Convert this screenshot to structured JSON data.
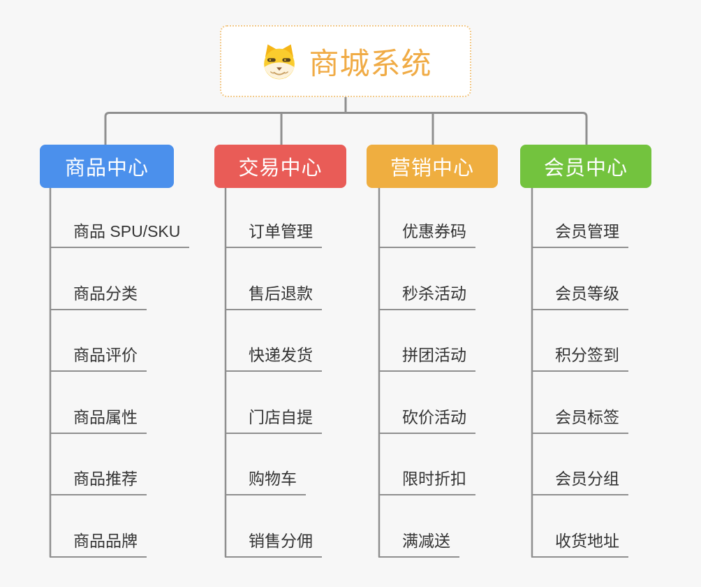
{
  "canvas": {
    "background_color": "#F7F7F7",
    "connector_color": "#8F8F8F"
  },
  "root": {
    "label": "商城系统",
    "icon": "doge-face-icon",
    "accent_color": "#F0AB45",
    "border_color": "#F2C887"
  },
  "branches": [
    {
      "label": "商品中心",
      "color": "#4B90EC",
      "children": [
        "商品 SPU/SKU",
        "商品分类",
        "商品评价",
        "商品属性",
        "商品推荐",
        "商品品牌"
      ]
    },
    {
      "label": "交易中心",
      "color": "#E95C57",
      "children": [
        "订单管理",
        "售后退款",
        "快递发货",
        "门店自提",
        "购物车",
        "销售分佣"
      ]
    },
    {
      "label": "营销中心",
      "color": "#EFAE40",
      "children": [
        "优惠券码",
        "秒杀活动",
        "拼团活动",
        "砍价活动",
        "限时折扣",
        "满减送"
      ]
    },
    {
      "label": "会员中心",
      "color": "#73C33E",
      "children": [
        "会员管理",
        "会员等级",
        "积分签到",
        "会员标签",
        "会员分组",
        "收货地址"
      ]
    }
  ]
}
